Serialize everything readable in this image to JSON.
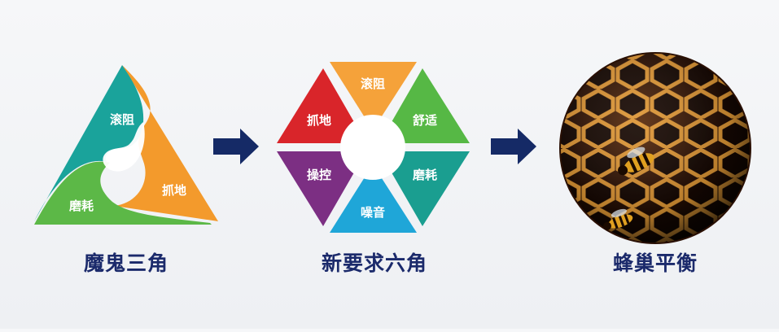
{
  "triangle": {
    "caption": "魔鬼三角",
    "segments": [
      {
        "label": "滚阻",
        "color": "#1aa39b"
      },
      {
        "label": "抓地",
        "color": "#f39a2c"
      },
      {
        "label": "磨耗",
        "color": "#5cb847"
      }
    ]
  },
  "hexagon": {
    "caption": "新要求六角",
    "segments": [
      {
        "label": "滚阻",
        "color": "#f5a23a"
      },
      {
        "label": "舒适",
        "color": "#56b845"
      },
      {
        "label": "磨耗",
        "color": "#1a9e90"
      },
      {
        "label": "噪音",
        "color": "#1fa6d8"
      },
      {
        "label": "操控",
        "color": "#7c2f83"
      },
      {
        "label": "抓地",
        "color": "#d9252a"
      }
    ]
  },
  "honeycomb": {
    "caption": "蜂巢平衡",
    "icon": "honeycomb-sphere-with-bees"
  },
  "arrow_color": "#152a66"
}
